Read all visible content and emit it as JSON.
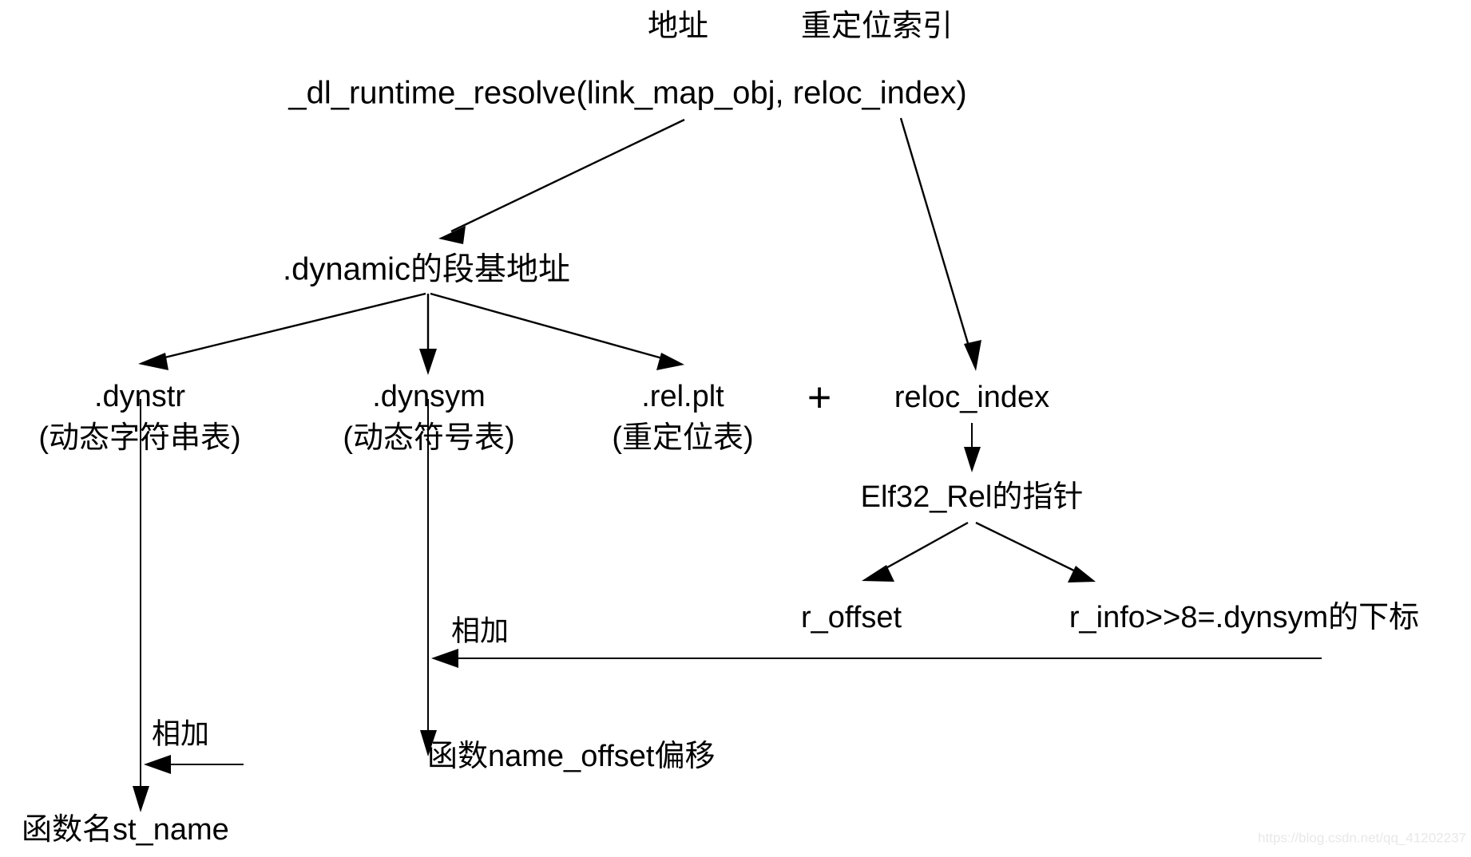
{
  "diagram": {
    "title_annotations": [
      {
        "id": "addr",
        "label": "地址"
      },
      {
        "id": "reloc_idx_note",
        "label": "重定位索引"
      }
    ],
    "nodes": [
      {
        "id": "dl_runtime_resolve",
        "label": "_dl_runtime_resolve(link_map_obj, reloc_index)"
      },
      {
        "id": "dynamic_base",
        "label": ".dynamic的段基地址"
      },
      {
        "id": "dynstr",
        "line1": ".dynstr",
        "line2": "(动态字符串表)"
      },
      {
        "id": "dynsym",
        "line1": ".dynsym",
        "line2": "(动态符号表)"
      },
      {
        "id": "relplt",
        "line1": ".rel.plt",
        "line2": "(重定位表)"
      },
      {
        "id": "plus_operator",
        "label": "+"
      },
      {
        "id": "reloc_index",
        "label": "reloc_index"
      },
      {
        "id": "elf32_rel_ptr",
        "label": "Elf32_Rel的指针"
      },
      {
        "id": "r_offset",
        "label": "r_offset"
      },
      {
        "id": "r_info",
        "label": "r_info>>8=.dynsym的下标"
      },
      {
        "id": "name_offset",
        "label": "函数name_offset偏移"
      },
      {
        "id": "st_name",
        "label": "函数名st_name"
      }
    ],
    "edge_labels": [
      {
        "id": "add-to-dynsym",
        "label": "相加"
      },
      {
        "id": "add-to-dynstr",
        "label": "相加"
      }
    ],
    "watermark": "https://blog.csdn.net/qq_41202237",
    "colors": {
      "stroke": "#000000",
      "text": "#000000",
      "background": "#ffffff",
      "watermark": "#e8e8e8"
    }
  }
}
